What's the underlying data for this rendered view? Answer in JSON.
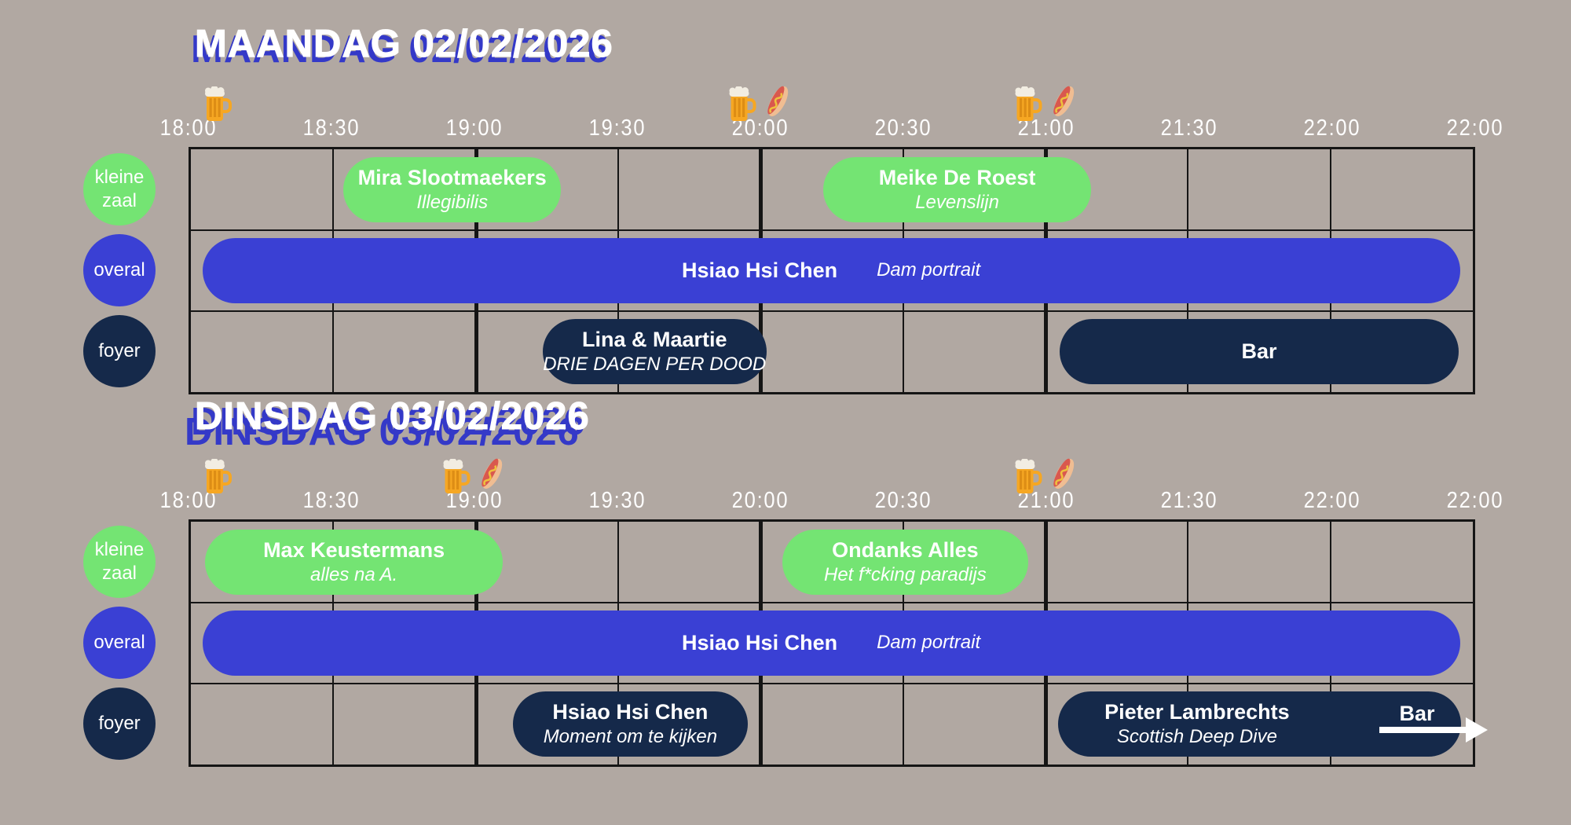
{
  "colors": {
    "background": "#b1a8a2",
    "green": "#74e473",
    "blue": "#3a40d4",
    "navy": "#15294a",
    "line": "#151515",
    "title_shadow": "#3439c8",
    "text_on_blocks": "#ffffff",
    "axis_text": "#ffffff"
  },
  "icons": {
    "beer": "beer-mug-icon",
    "hotdog": "hotdog-icon",
    "arrow": "arrow-right-icon"
  },
  "chart_data": {
    "type": "table",
    "subtype": "gantt-festival-schedule",
    "time_axis_labels": [
      "18:00",
      "18:30",
      "19:00",
      "19:30",
      "20:00",
      "20:30",
      "21:00",
      "21:30",
      "22:00",
      "22:00"
    ],
    "days": [
      {
        "title": "MAANDAG 02/02/2026",
        "marker_line_cols": [
          2,
          4,
          6
        ],
        "icon_markers": [
          {
            "col": 0,
            "icons": [
              "beer"
            ]
          },
          {
            "col": 4,
            "icons": [
              "beer",
              "hotdog"
            ]
          },
          {
            "col": 6,
            "icons": [
              "beer",
              "hotdog"
            ]
          }
        ],
        "rows": [
          {
            "label": "kleine zaal",
            "color": "green",
            "events": [
              {
                "name": "Mira Slootmaekers",
                "subtitle": "Illegibilis",
                "color": "green",
                "layout": "stacked",
                "start": "18:30",
                "end": "19:15",
                "start_col": 1.07,
                "end_col": 2.6
              },
              {
                "name": "Meike De Roest",
                "subtitle": "Levenslijn",
                "color": "green",
                "layout": "stacked",
                "start": "20:15",
                "end": "21:10",
                "start_col": 4.44,
                "end_col": 6.32
              }
            ]
          },
          {
            "label": "overal",
            "color": "blue",
            "events": [
              {
                "name": "Hsiao Hsi Chen",
                "subtitle": "Dam portrait",
                "color": "blue",
                "layout": "inline",
                "start": "18:00",
                "end": "22:30",
                "start_col": 0.08,
                "end_col": 8.91
              }
            ]
          },
          {
            "label": "foyer",
            "color": "navy",
            "events": [
              {
                "name": "Lina & Maartie",
                "subtitle": "DRIE DAGEN PER DOOD",
                "color": "navy",
                "layout": "stacked",
                "start": "19:15",
                "end": "20:00",
                "start_col": 2.47,
                "end_col": 4.04
              },
              {
                "name": "Bar",
                "subtitle": "",
                "color": "navy",
                "layout": "single",
                "start": "21:00",
                "end": "22:25",
                "start_col": 6.1,
                "end_col": 8.9
              }
            ]
          }
        ]
      },
      {
        "title": "DINSDAG 03/02/2026",
        "marker_line_cols": [
          2,
          4,
          6
        ],
        "icon_markers": [
          {
            "col": 0,
            "icons": [
              "beer"
            ]
          },
          {
            "col": 2,
            "icons": [
              "beer",
              "hotdog"
            ]
          },
          {
            "col": 6,
            "icons": [
              "beer",
              "hotdog"
            ]
          }
        ],
        "rows": [
          {
            "label": "kleine zaal",
            "color": "green",
            "events": [
              {
                "name": "Max Keustermans",
                "subtitle": "alles na A.",
                "color": "green",
                "layout": "stacked",
                "start": "18:05",
                "end": "19:05",
                "start_col": 0.1,
                "end_col": 2.19
              },
              {
                "name": "Ondanks Alles",
                "subtitle": "Het f*cking paradijs",
                "color": "green",
                "layout": "stacked",
                "start": "20:05",
                "end": "20:55",
                "start_col": 4.15,
                "end_col": 5.88
              }
            ]
          },
          {
            "label": "overal",
            "color": "blue",
            "events": [
              {
                "name": "Hsiao Hsi Chen",
                "subtitle": "Dam portrait",
                "color": "blue",
                "layout": "inline",
                "start": "18:00",
                "end": "22:30",
                "start_col": 0.08,
                "end_col": 8.91
              }
            ]
          },
          {
            "label": "foyer",
            "color": "navy",
            "events": [
              {
                "name": "Hsiao Hsi Chen",
                "subtitle": "Moment om te kijken",
                "color": "navy",
                "layout": "stacked",
                "start": "19:10",
                "end": "19:55",
                "start_col": 2.26,
                "end_col": 3.91
              },
              {
                "name": "Pieter Lambrechts",
                "subtitle": "Scottish Deep Dive",
                "color": "navy",
                "layout": "stacked",
                "start": "21:00",
                "end": "22:25",
                "start_col": 6.09,
                "end_col": 8.92,
                "bar_tag": "Bar",
                "arrow": true
              }
            ]
          }
        ]
      }
    ]
  }
}
